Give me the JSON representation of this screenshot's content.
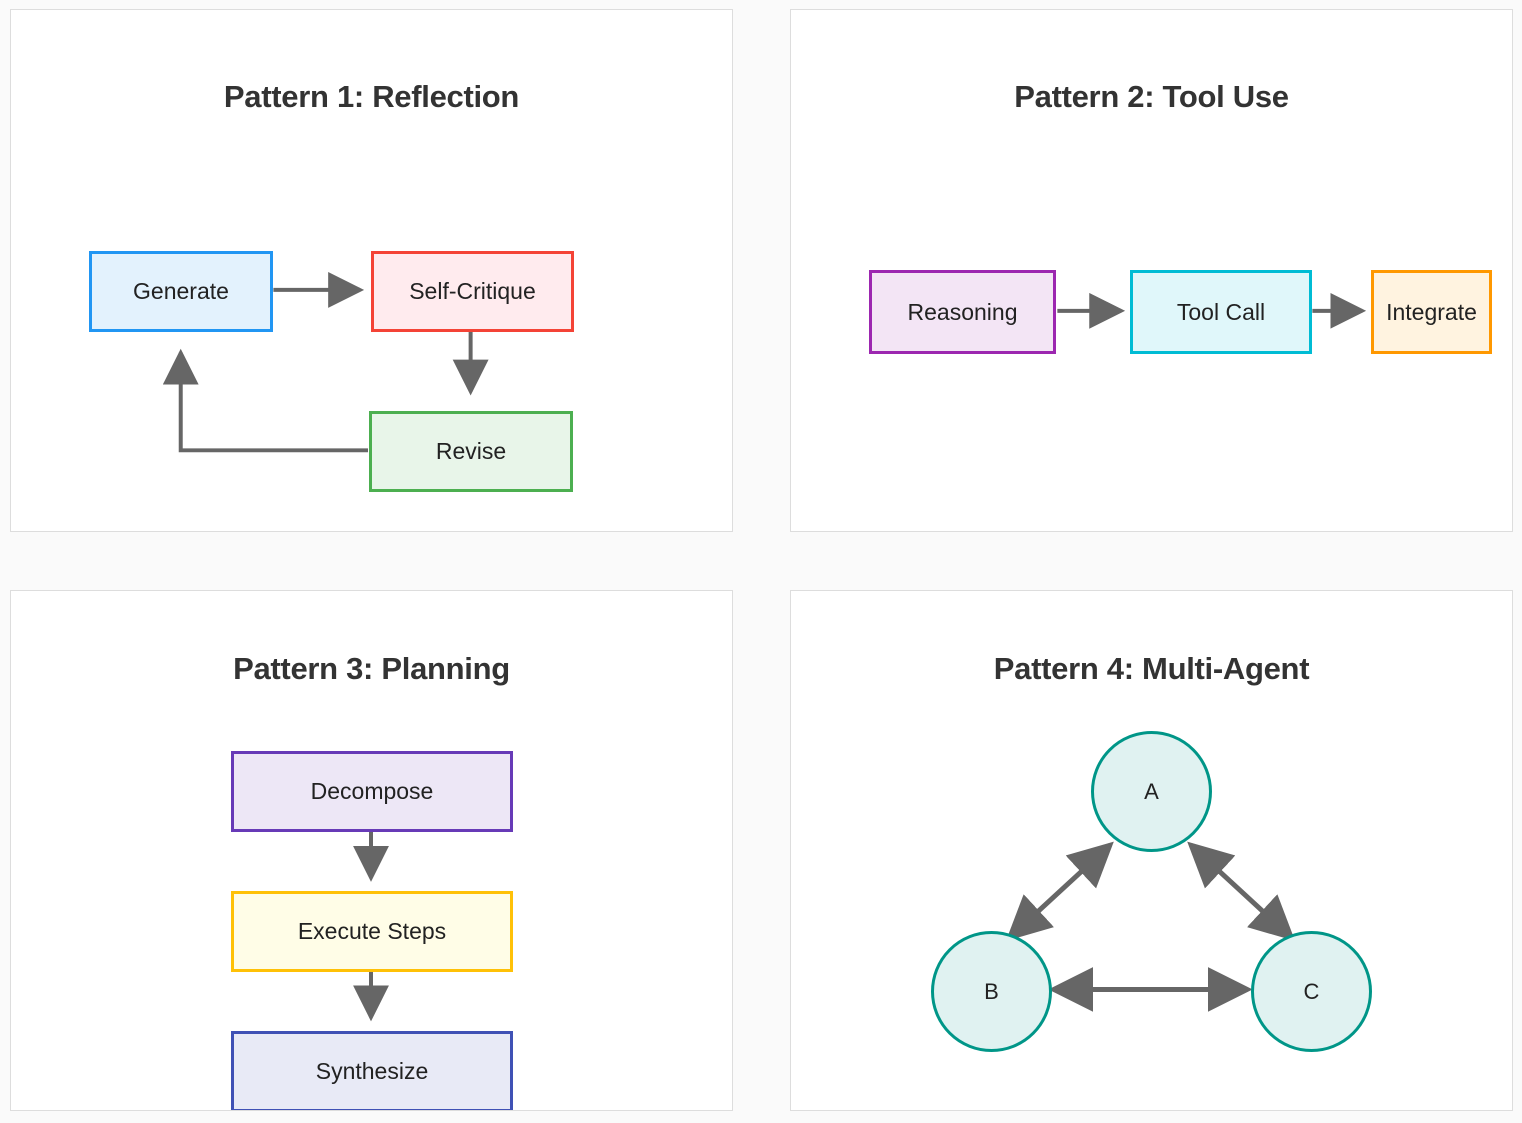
{
  "page": {
    "background": "#fafafa",
    "panel_background": "#ffffff",
    "panel_border": "#dddddd",
    "edge_color": "#666666",
    "title_color": "#333333"
  },
  "panels": [
    {
      "id": "pattern-1",
      "title": "Pattern 1: Reflection",
      "nodes": [
        {
          "key": "generate",
          "label": "Generate",
          "fill": "#e3f2fd",
          "stroke": "#2196f3"
        },
        {
          "key": "self-critique",
          "label": "Self-Critique",
          "fill": "#ffebee",
          "stroke": "#f44336"
        },
        {
          "key": "revise",
          "label": "Revise",
          "fill": "#e8f5e9",
          "stroke": "#4caf50"
        }
      ],
      "edges": [
        {
          "from": "generate",
          "to": "self-critique",
          "style": "straight"
        },
        {
          "from": "self-critique",
          "to": "revise",
          "style": "straight"
        },
        {
          "from": "revise",
          "to": "generate",
          "style": "elbow"
        }
      ]
    },
    {
      "id": "pattern-2",
      "title": "Pattern 2: Tool Use",
      "nodes": [
        {
          "key": "reasoning",
          "label": "Reasoning",
          "fill": "#f3e5f5",
          "stroke": "#9c27b0"
        },
        {
          "key": "tool-call",
          "label": "Tool Call",
          "fill": "#e0f7fa",
          "stroke": "#00bcd4"
        },
        {
          "key": "integrate",
          "label": "Integrate",
          "fill": "#fff3e0",
          "stroke": "#ff9800"
        }
      ],
      "edges": [
        {
          "from": "reasoning",
          "to": "tool-call",
          "style": "straight"
        },
        {
          "from": "tool-call",
          "to": "integrate",
          "style": "straight"
        }
      ]
    },
    {
      "id": "pattern-3",
      "title": "Pattern 3: Planning",
      "nodes": [
        {
          "key": "decompose",
          "label": "Decompose",
          "fill": "#ede7f6",
          "stroke": "#673ab7"
        },
        {
          "key": "execute-steps",
          "label": "Execute Steps",
          "fill": "#fffde7",
          "stroke": "#ffc107"
        },
        {
          "key": "synthesize",
          "label": "Synthesize",
          "fill": "#e8eaf6",
          "stroke": "#3f51b5"
        }
      ],
      "edges": [
        {
          "from": "decompose",
          "to": "execute-steps",
          "style": "straight"
        },
        {
          "from": "execute-steps",
          "to": "synthesize",
          "style": "straight"
        }
      ]
    },
    {
      "id": "pattern-4",
      "title": "Pattern 4: Multi-Agent",
      "nodes": [
        {
          "key": "agent-a",
          "label": "A",
          "fill": "#e0f2f1",
          "stroke": "#009688"
        },
        {
          "key": "agent-b",
          "label": "B",
          "fill": "#e0f2f1",
          "stroke": "#009688"
        },
        {
          "key": "agent-c",
          "label": "C",
          "fill": "#e0f2f1",
          "stroke": "#009688"
        }
      ],
      "edges": [
        {
          "from": "agent-a",
          "to": "agent-b",
          "style": "bidirectional"
        },
        {
          "from": "agent-a",
          "to": "agent-c",
          "style": "bidirectional"
        },
        {
          "from": "agent-b",
          "to": "agent-c",
          "style": "bidirectional"
        }
      ]
    }
  ]
}
